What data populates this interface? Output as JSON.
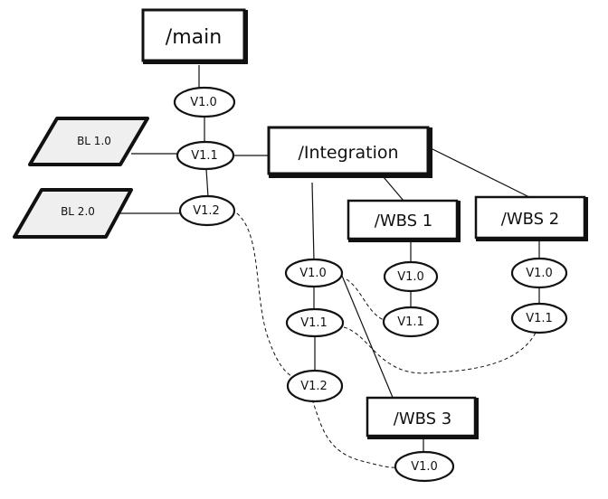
{
  "branches": {
    "main": "/main",
    "integration": "/Integration",
    "wbs1": "/WBS 1",
    "wbs2": "/WBS 2",
    "wbs3": "/WBS 3"
  },
  "baselines": {
    "bl1": "BL 1.0",
    "bl2": "BL 2.0"
  },
  "versions": {
    "main_v10": "V1.0",
    "main_v11": "V1.1",
    "main_v12": "V1.2",
    "int_v10": "V1.0",
    "int_v11": "V1.1",
    "int_v12": "V1.2",
    "wbs1_v10": "V1.0",
    "wbs1_v11": "V1.1",
    "wbs2_v10": "V1.0",
    "wbs2_v11": "V1.1",
    "wbs3_v10": "V1.0"
  },
  "colors": {
    "stroke": "#111111",
    "baseline_fill": "#efefef",
    "background": "#ffffff"
  }
}
